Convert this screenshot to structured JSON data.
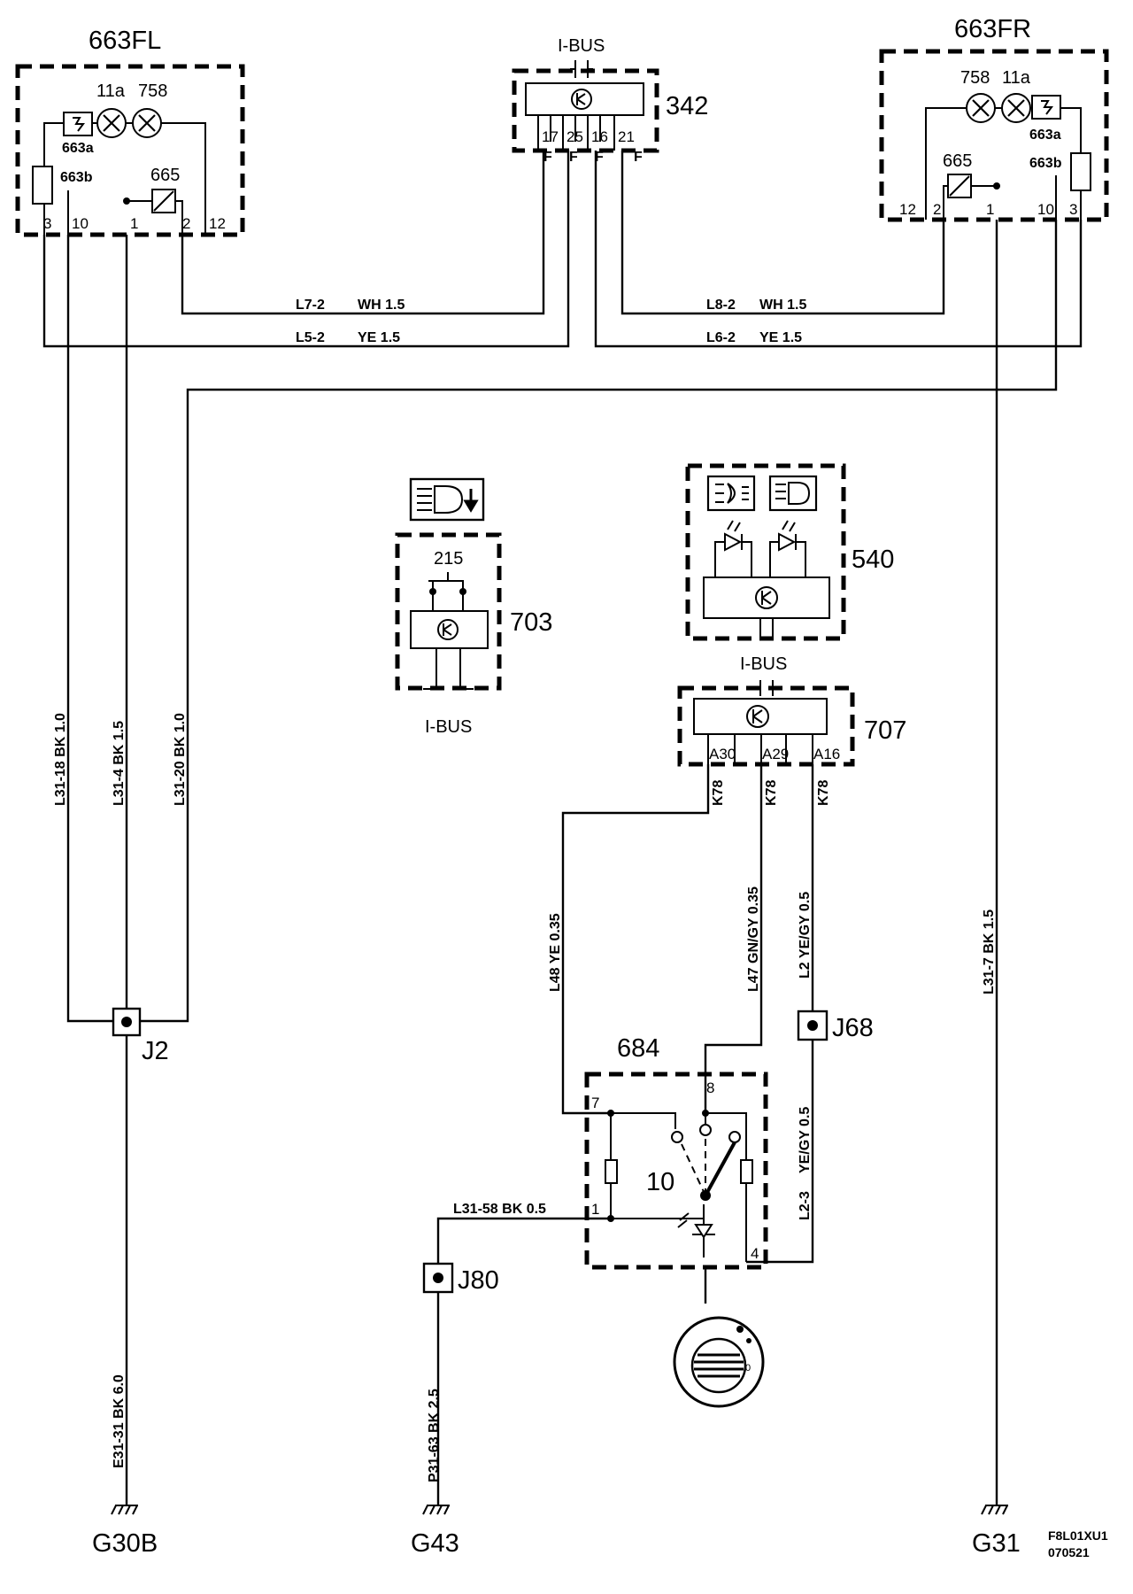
{
  "components": {
    "c663fl": {
      "name": "663FL",
      "sub": {
        "a": "11a",
        "b": "758",
        "c": "663a",
        "d": "663b",
        "e": "665"
      },
      "pins": [
        "3",
        "10",
        "1",
        "2",
        "12"
      ]
    },
    "c663fr": {
      "name": "663FR",
      "sub": {
        "a": "758",
        "b": "11a",
        "c": "663a",
        "d": "665",
        "e": "663b"
      },
      "pins": [
        "12",
        "2",
        "1",
        "10",
        "3"
      ]
    },
    "c342": {
      "name": "342",
      "bus": "I-BUS",
      "pins": [
        "17",
        "25",
        "16",
        "21"
      ],
      "fuse": "F"
    },
    "c703": {
      "name": "703",
      "sub": "215",
      "bus": "I-BUS"
    },
    "c540": {
      "name": "540",
      "bus": "I-BUS"
    },
    "c707": {
      "name": "707",
      "pins": [
        "A30",
        "A29",
        "A16"
      ],
      "conn": "K78"
    },
    "c684": {
      "name": "684",
      "pins": [
        "7",
        "8",
        "1",
        "4"
      ],
      "sub": "10"
    }
  },
  "wires": {
    "l72": {
      "id": "L7-2",
      "spec": "WH 1.5"
    },
    "l52": {
      "id": "L5-2",
      "spec": "YE 1.5"
    },
    "l82": {
      "id": "L8-2",
      "spec": "WH 1.5"
    },
    "l62": {
      "id": "L6-2",
      "spec": "YE 1.5"
    },
    "l3118": "L31-18  BK  1.0",
    "l314": "L31-4  BK  1.5",
    "l3120": "L31-20  BK  1.0",
    "l48": "L48  YE  0.35",
    "l47": "L47  GN/GY  0.35",
    "l2": "L2  YE/GY  0.5",
    "l23": "L2-3",
    "l23spec": "YE/GY  0.5",
    "l317": "L31-7  BK  1.5",
    "l3158": "L31-58  BK  0.5",
    "e3131": "E31-31  BK  6.0",
    "p3163": "P31-63  BK  2.5"
  },
  "junctions": {
    "j2": "J2",
    "j68": "J68",
    "j80": "J80"
  },
  "grounds": {
    "g30b": "G30B",
    "g43": "G43",
    "g31": "G31"
  },
  "footer": {
    "code": "F8L01XU1",
    "date": "070521"
  }
}
